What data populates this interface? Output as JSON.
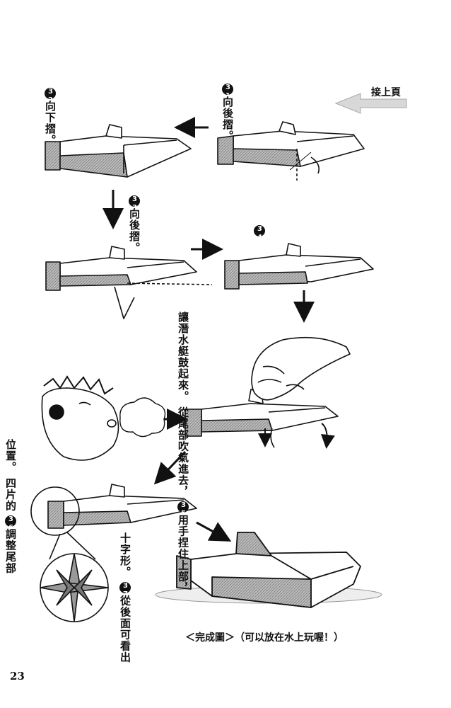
{
  "continue_label": "接上頁",
  "steps": [
    {
      "num": "31",
      "text": "向後摺。"
    },
    {
      "num": "32",
      "text": "向下摺。"
    },
    {
      "num": "33",
      "text": "向後摺。"
    },
    {
      "num": "34",
      "text": ""
    },
    {
      "num": "35",
      "lines": [
        "用手捏住上部，",
        "從尾部吹氣進去，",
        "讓潛水艇鼓起來。"
      ]
    },
    {
      "num": "36",
      "lines": [
        "調整尾部",
        "四片的",
        "位置。"
      ]
    },
    {
      "num": "37",
      "lines": [
        "從後面可看出",
        "十字形。"
      ]
    }
  ],
  "caption": "＜完成圖＞（可以放在水上玩喔！）",
  "page_number": "23"
}
